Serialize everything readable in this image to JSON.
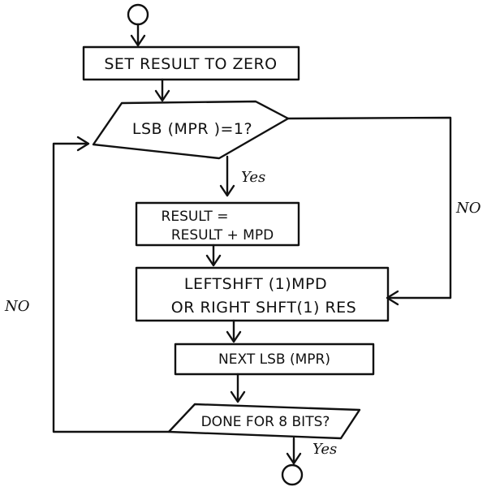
{
  "nodes": {
    "set_result": "SET  RESULT TO ZERO",
    "lsb_check": "LSB (MPR )=1?",
    "result_line1": "RESULT =",
    "result_line2": "RESULT + MPD",
    "shift_line1": "LEFTSHFT (1)MPD",
    "shift_line2": "OR  RIGHT SHFT(1) RES",
    "next_lsb": "NEXT LSB (MPR)",
    "done_check": "DONE FOR 8 BITS?"
  },
  "edges": {
    "lsb_yes": "Yes",
    "lsb_no": "NO",
    "done_no": "NO",
    "done_yes": "Yes"
  }
}
